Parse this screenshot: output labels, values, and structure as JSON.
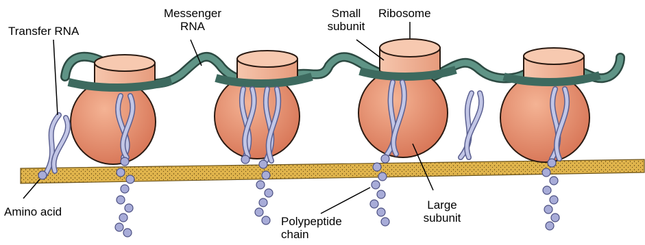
{
  "labels": {
    "transfer_rna": "Transfer RNA",
    "messenger_rna_1": "Messenger",
    "messenger_rna_2": "RNA",
    "small_subunit_1": "Small",
    "small_subunit_2": "subunit",
    "ribosome": "Ribosome",
    "amino_acid": "Amino acid",
    "polypeptide_1": "Polypeptide",
    "polypeptide_2": "chain",
    "large_subunit_1": "Large",
    "large_subunit_2": "subunit"
  },
  "colors": {
    "ribosome_large": "#e58f6a",
    "ribosome_small": "#f2b89c",
    "mrna": "#4f7f73",
    "trna": "#b9bddf",
    "amino_acid": "#a8acd8",
    "membrane": "#e0b44c",
    "line": "#000000"
  },
  "ribosome_count": 4
}
